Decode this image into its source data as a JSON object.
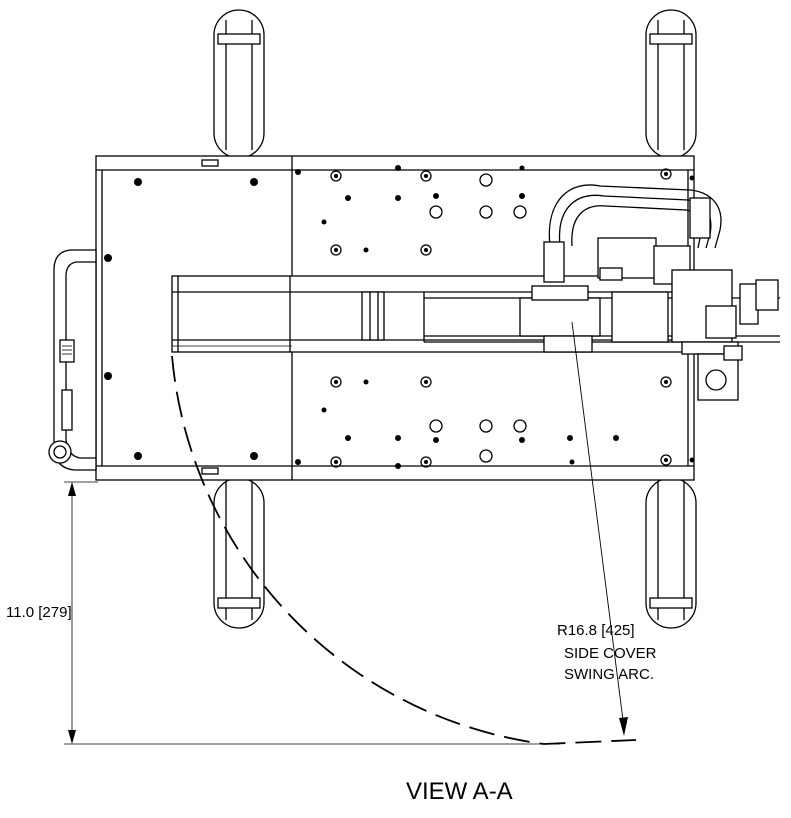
{
  "drawing": {
    "dimension_height_label": "11.0 [279]",
    "radius_label": "R16.8 [425]",
    "note_line1": "SIDE COVER",
    "note_line2": "SWING ARC.",
    "view_title": "VIEW A-A"
  }
}
